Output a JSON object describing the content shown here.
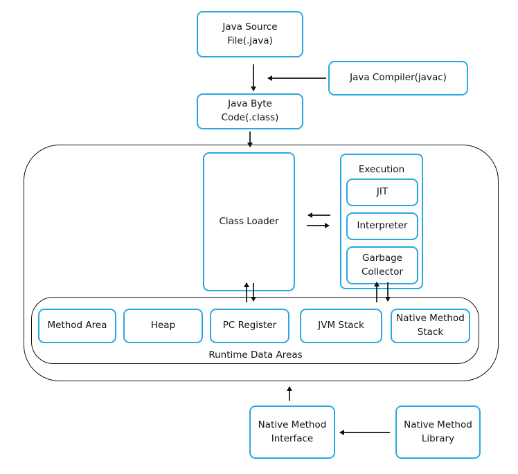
{
  "nodes": {
    "java_source": "Java Source\nFile(.java)",
    "java_compiler": "Java Compiler(javac)",
    "byte_code": "Java Byte\nCode(.class)",
    "class_loader": "Class Loader",
    "execution_title": "Execution",
    "jit": "JIT",
    "interpreter": "Interpreter",
    "garbage_collector": "Garbage\nCollector",
    "method_area": "Method Area",
    "heap": "Heap",
    "pc_register": "PC Register",
    "jvm_stack": "JVM Stack",
    "native_method_stack": "Native Method\nStack",
    "runtime_data_areas": "Runtime Data Areas",
    "native_method_interface": "Native Method\nInterface",
    "native_method_library": "Native Method\nLibrary"
  },
  "colors": {
    "box_border": "#29a8e0",
    "container_border": "#111111",
    "arrow": "#111111"
  }
}
